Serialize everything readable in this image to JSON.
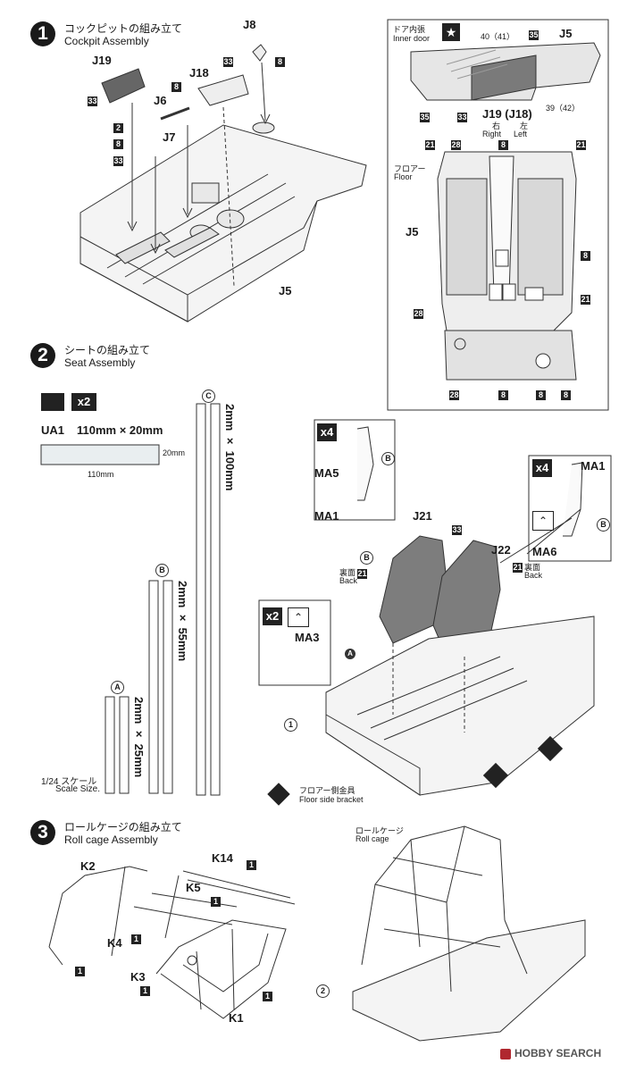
{
  "step1": {
    "number": "1",
    "title_jp": "コックピットの組み立て",
    "title_en": "Cockpit Assembly",
    "labels": {
      "j19": "J19",
      "j18": "J18",
      "j8": "J8",
      "j6": "J6",
      "j7": "J7",
      "j5": "J5"
    },
    "badges": {
      "b33a": "33",
      "b33b": "33",
      "b33c": "33",
      "b8a": "8",
      "b8b": "8",
      "b8c": "8",
      "b2": "2"
    }
  },
  "door": {
    "title_jp": "ドア内張",
    "title_en": "Inner door",
    "paint_top": "40（41）",
    "badge35a": "35",
    "j5": "J5",
    "badge35b": "35",
    "badge33": "33",
    "j19j18": "J19 (J18)",
    "right_jp": "右",
    "left_jp": "左",
    "right_en": "Right",
    "left_en": "Left",
    "paint_bottom": "39（42）"
  },
  "floor": {
    "title_jp": "フロアー",
    "title_en": "Floor",
    "j5": "J5",
    "badges": {
      "b21a": "21",
      "b28a": "28",
      "b8a": "8",
      "b21b": "21",
      "b8b": "8",
      "b28b": "28",
      "b21c": "21",
      "b28c": "28",
      "b8c": "8",
      "b8d": "8",
      "b8e": "8"
    }
  },
  "step2": {
    "number": "2",
    "title_jp": "シートの組み立て",
    "title_en": "Seat Assembly",
    "multiplier": "x2",
    "ua1_label": "UA1",
    "ua1_size": "110mm × 20mm",
    "ua1_h": "20mm",
    "ua1_w": "110mm",
    "rod_c_tag": "C",
    "rod_c_size": "2mm × 100mm",
    "rod_b_tag": "B",
    "rod_b_size": "2mm × 55mm",
    "rod_a_tag": "A",
    "rod_a_size": "2mm × 25mm",
    "scale_jp": "1/24 スケール",
    "scale_en": "Scale Size."
  },
  "seat_detail": {
    "x4a": "x4",
    "ma5": "MA5",
    "ma1a": "MA1",
    "tag_b1": "B",
    "x4b": "x4",
    "ma1b": "MA1",
    "ma6": "MA6",
    "tag_b2": "B",
    "x2": "x2",
    "ma3": "MA3",
    "j21": "J21",
    "j22": "J22",
    "b33": "33",
    "b21a": "21",
    "b21b": "21",
    "back_jp_a": "裏面",
    "back_en_a": "Back",
    "back_jp_b": "裏面",
    "back_en_b": "Back",
    "tag_b3": "B",
    "tag_a": "A",
    "step_ref": "1",
    "bracket_jp": "フロアー側金具",
    "bracket_en": "Floor side bracket"
  },
  "step3": {
    "number": "3",
    "title_jp": "ロールケージの組み立て",
    "title_en": "Roll cage Assembly",
    "k2": "K2",
    "k14": "K14",
    "k5": "K5",
    "k4": "K4",
    "k3": "K3",
    "k1": "K1",
    "b1a": "1",
    "b1b": "1",
    "b1c": "1",
    "b1d": "1",
    "b1e": "1",
    "b1f": "1",
    "rollcage_jp": "ロールケージ",
    "rollcage_en": "Roll cage",
    "step_ref": "2"
  },
  "watermark": "HOBBY SEARCH"
}
